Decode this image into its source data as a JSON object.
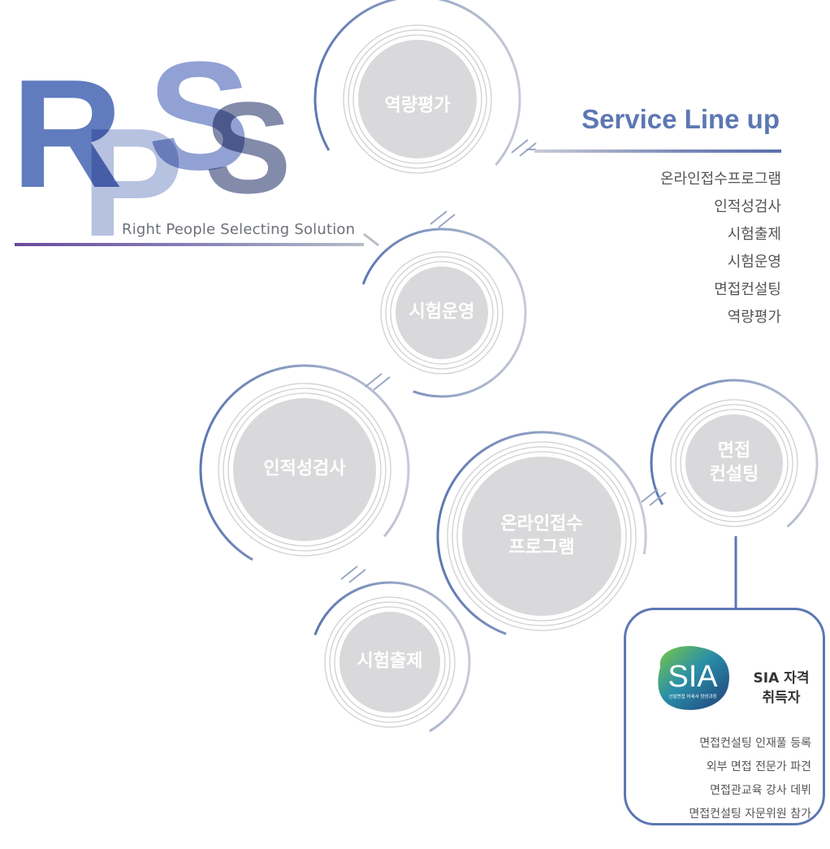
{
  "logo": {
    "letters": [
      "R",
      "P",
      "S",
      "S"
    ],
    "tagline": "Right People Selecting Solution"
  },
  "service": {
    "title": "Service Line up",
    "items": [
      "온라인접수프로그램",
      "인적성검사",
      "시험출제",
      "시험운영",
      "면접컨설팅",
      "역량평가"
    ]
  },
  "nodes": [
    {
      "id": "competency",
      "label": "역량평가"
    },
    {
      "id": "exam-operation",
      "label": "시험운영"
    },
    {
      "id": "aptitude-test",
      "label": "인적성검사"
    },
    {
      "id": "exam-writing",
      "label": "시험출제"
    },
    {
      "id": "online-application",
      "label": "온라인접수\n프로그램"
    },
    {
      "id": "interview-consulting",
      "label": "면접\n컨설팅"
    }
  ],
  "sia": {
    "logo_text": "SIA",
    "logo_subtext": "선발면접 어세서 양성과정",
    "title": "SIA 자격\n취득자",
    "items": [
      "면접컨설팅 인재풀 등록",
      "외부 면접 전문가 파견",
      "면접관교육 강사 데뷔",
      "면접컨설팅 자문위원 참가"
    ]
  },
  "colors": {
    "accent_blue": "#5d77b2",
    "circle_fill": "#d9d9db",
    "ring": "#cfd0d4",
    "logo_r": "#4e6eb7",
    "logo_p": "#aab8dc",
    "logo_s1": "#6d82c4",
    "logo_s2": "#4c5a85"
  }
}
